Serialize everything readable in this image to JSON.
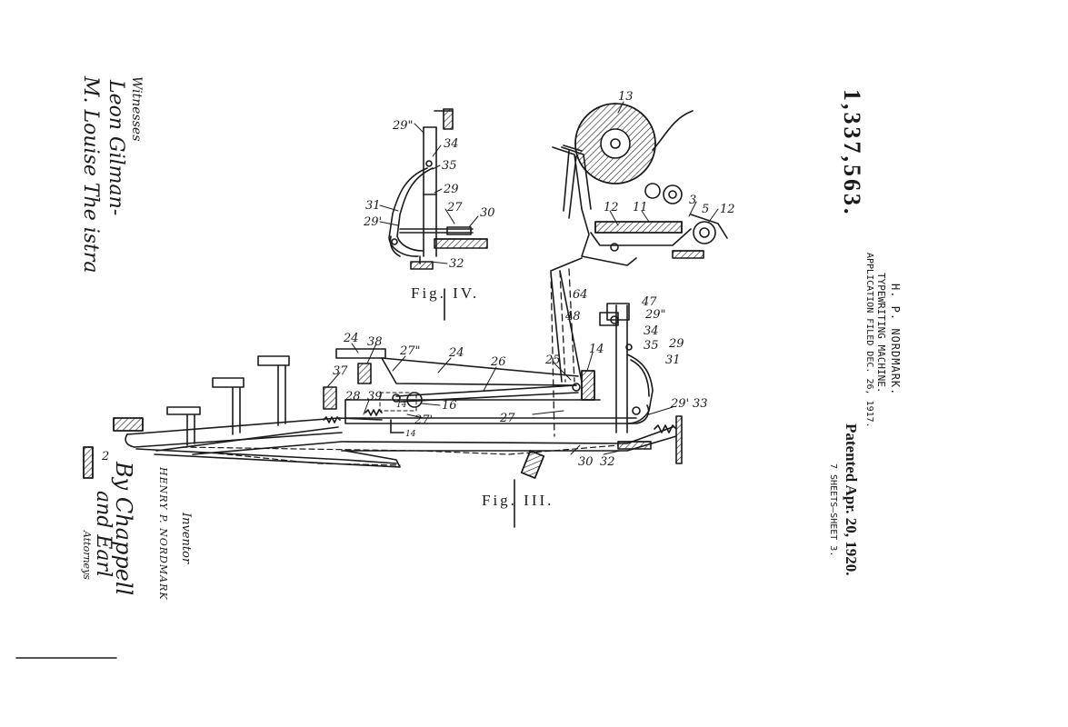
{
  "patent": {
    "number": "1,337,563.",
    "inventor_header": "H. P. NORDMARK.",
    "title": "TYPEWRITING MACHINE.",
    "application": "APPLICATION FILED DEC. 26, 1917.",
    "patented": "Patented Apr. 20, 1920.",
    "sheets": "7 SHEETS—SHEET 3."
  },
  "witnesses": {
    "label": "Witnesses",
    "name1": "Leon Gilman-",
    "name2": "M. Louise The istra"
  },
  "inventor": {
    "label": "Inventor",
    "name": "HENRY P. NORDMARK",
    "by": "By Chappell",
    "firm": "and Earl",
    "attorneys": "Attorneys"
  },
  "figures": {
    "fig3_label": "Fig. III.",
    "fig4_label": "Fig. IV."
  },
  "reference_numerals": {
    "fig4": [
      "29\"",
      "34",
      "35",
      "29",
      "31",
      "27",
      "30",
      "29'",
      "32"
    ],
    "top_mechanism": [
      "13",
      "12",
      "11",
      "3",
      "5",
      "12"
    ],
    "fig3_right": [
      "64",
      "47",
      "48",
      "29\"",
      "34",
      "35",
      "29",
      "31",
      "14",
      "25",
      "29'",
      "33",
      "30",
      "32"
    ],
    "fig3_main": [
      "24",
      "38",
      "27\"",
      "24",
      "26",
      "37",
      "28",
      "39",
      "14",
      "16",
      "27'",
      "27",
      "14",
      "2"
    ]
  }
}
